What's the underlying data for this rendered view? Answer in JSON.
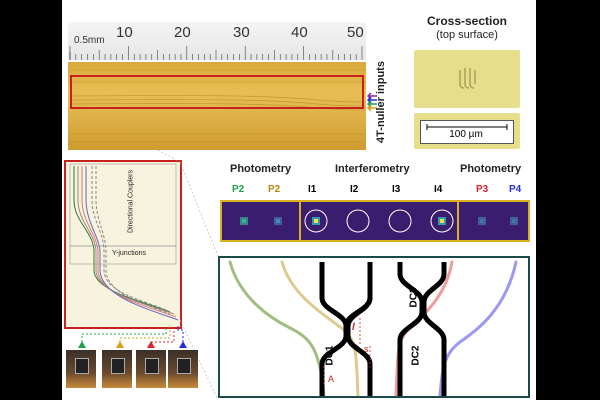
{
  "ruler": {
    "unit_label": "0.5mm",
    "ticks": [
      "10",
      "20",
      "30",
      "40",
      "50"
    ]
  },
  "chip": {
    "inputs_label": "4T-nuller inputs"
  },
  "cross_section": {
    "title": "Cross-section",
    "subtitle": "(top surface)",
    "scale_bar_label": "100 µm"
  },
  "zoom": {
    "directional_couplers_label": "Directional Couplers",
    "y_junctions_label": "Y-junctions",
    "input_arrow_colors": [
      "#1fa14a",
      "#d4a012",
      "#e0202a",
      "#2430d8"
    ]
  },
  "outputs": {
    "photometry_left_title": "Photometry",
    "interferometry_title": "Interferometry",
    "photometry_right_title": "Photometry",
    "channels": [
      {
        "label": "P2",
        "color": "#1fa14a"
      },
      {
        "label": "P2",
        "color": "#b8860b"
      },
      {
        "label": "I1",
        "color": "#000000"
      },
      {
        "label": "I2",
        "color": "#000000"
      },
      {
        "label": "I3",
        "color": "#000000"
      },
      {
        "label": "I4",
        "color": "#000000"
      },
      {
        "label": "P3",
        "color": "#e0202a"
      },
      {
        "label": "P4",
        "color": "#2430d8"
      }
    ]
  },
  "schematic": {
    "dc1_label": "DC1",
    "dc2_label": "DC2",
    "dc3_label": "DC3",
    "l_label": "l",
    "s_label": "s",
    "a_label": "A",
    "waveguide_colors": [
      "#8db36c",
      "#d8c07a",
      "#f08a8a",
      "#8c86f0"
    ]
  }
}
